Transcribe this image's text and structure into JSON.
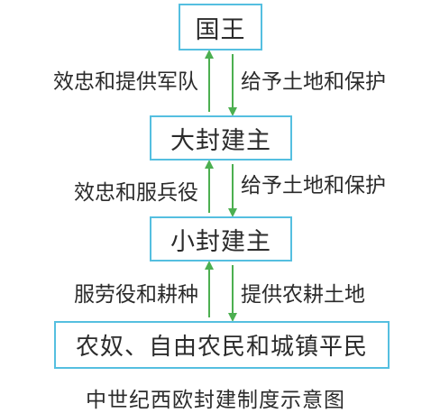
{
  "diagram": {
    "nodes": {
      "king": "国王",
      "great_lord": "大封建主",
      "minor_lord": "小封建主",
      "commoners": "农奴、自由农民和城镇平民"
    },
    "labels": {
      "up_1": "效忠和提供军队",
      "down_1": "给予土地和保护",
      "up_2": "效忠和服兵役",
      "down_2": "给予土地和保护",
      "up_3": "服劳役和耕种",
      "down_3": "提供农耕土地"
    },
    "caption": "中世纪西欧封建制度示意图"
  },
  "colors": {
    "box_border": "#55bfe0",
    "arrow": "#4caf50",
    "text": "#2b2b2b"
  }
}
